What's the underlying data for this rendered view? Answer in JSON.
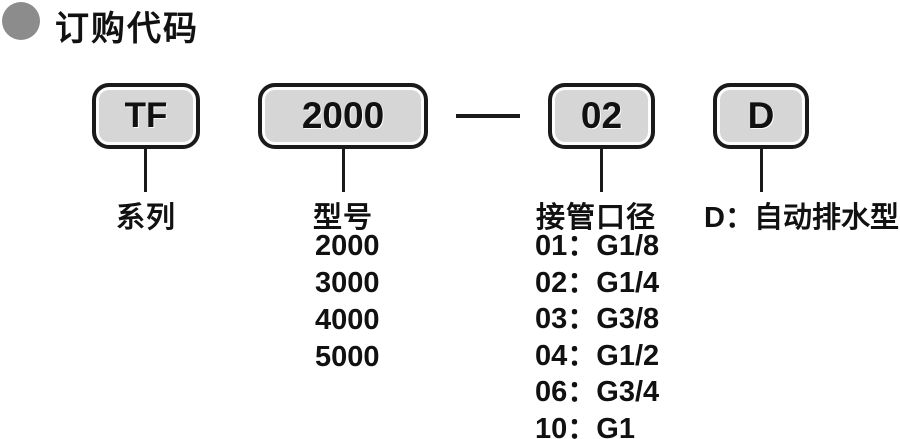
{
  "title": {
    "text": "订购代码",
    "bullet_icon": "circle-bullet"
  },
  "order_code": {
    "boxes": [
      {
        "label": "TF"
      },
      {
        "label": "2000"
      },
      {
        "label": "02"
      },
      {
        "label": "D"
      }
    ]
  },
  "legend": {
    "series_label": "系列",
    "model_label": "型号",
    "model_options": [
      "2000",
      "3000",
      "4000",
      "5000"
    ],
    "port_label": "接管口径",
    "port_options": [
      "01：G1/8",
      "02：G1/4",
      "03：G3/8",
      "04：G1/2",
      "06：G3/4",
      "10：G1"
    ],
    "drain_label": "D：自动排水型"
  },
  "colors": {
    "background": "#ffffff",
    "box_fill": "#d6d6d6",
    "box_border": "#1a1a1a",
    "bullet": "#8c8c8c",
    "text": "#111111"
  }
}
